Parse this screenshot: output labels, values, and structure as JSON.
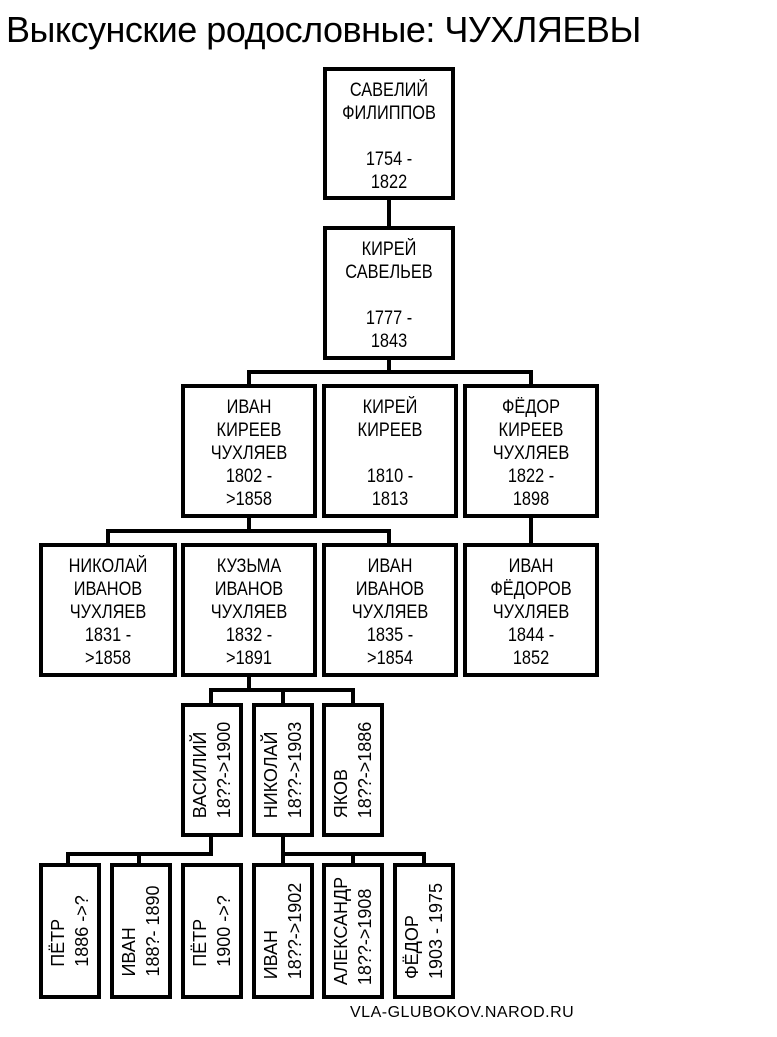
{
  "title": "Выксунские родословные: ЧУХЛЯЕВЫ",
  "footer": "VLA-GLUBOKOV.NAROD.RU",
  "persons": {
    "saveliy": {
      "lines": [
        "САВЕЛИЙ",
        "ФИЛИППОВ",
        "",
        "1754 -",
        "1822"
      ]
    },
    "kirey_savelyev": {
      "lines": [
        "КИРЕЙ",
        "САВЕЛЬЕВ",
        "",
        "1777 -",
        "1843"
      ]
    },
    "ivan_kireev": {
      "lines": [
        "ИВАН",
        "КИРЕЕВ",
        "ЧУХЛЯЕВ",
        "1802 -",
        ">1858"
      ]
    },
    "kirey_kireev": {
      "lines": [
        "КИРЕЙ",
        "КИРЕЕВ",
        "",
        "1810 -",
        "1813"
      ]
    },
    "fyodor_kireev": {
      "lines": [
        "ФЁДОР",
        "КИРЕЕВ",
        "ЧУХЛЯЕВ",
        "1822 -",
        "1898"
      ]
    },
    "nikolay_ivanov": {
      "lines": [
        "НИКОЛАЙ",
        "ИВАНОВ",
        "ЧУХЛЯЕВ",
        "1831 -",
        ">1858"
      ]
    },
    "kuzma_ivanov": {
      "lines": [
        "КУЗЬМА",
        "ИВАНОВ",
        "ЧУХЛЯЕВ",
        "1832 -",
        ">1891"
      ]
    },
    "ivan_ivanov": {
      "lines": [
        "ИВАН",
        "ИВАНОВ",
        "ЧУХЛЯЕВ",
        "1835 -",
        ">1854"
      ]
    },
    "ivan_fyodorov": {
      "lines": [
        "ИВАН",
        "ФЁДОРОВ",
        "ЧУХЛЯЕВ",
        "1844 -",
        "1852"
      ]
    },
    "vasiliy": {
      "lines": [
        "ВАСИЛИЙ",
        "18??->1900"
      ]
    },
    "nikolay_kuzmin": {
      "lines": [
        "НИКОЛАЙ",
        "18??->1903"
      ]
    },
    "yakov": {
      "lines": [
        "ЯКОВ",
        "18??->1886"
      ]
    },
    "pyotr_1886": {
      "lines": [
        "ПЁТР",
        "1886 ->?"
      ]
    },
    "ivan_188": {
      "lines": [
        "ИВАН",
        "188?- 1890"
      ]
    },
    "pyotr_1900": {
      "lines": [
        "ПЁТР",
        "1900 ->?"
      ]
    },
    "ivan_1902": {
      "lines": [
        "ИВАН",
        "18??->1902"
      ]
    },
    "aleksandr": {
      "lines": [
        "АЛЕКСАНДР",
        "18??->1908"
      ]
    },
    "fyodor_1903": {
      "lines": [
        "ФЁДОР",
        "1903 - 1975"
      ]
    }
  }
}
